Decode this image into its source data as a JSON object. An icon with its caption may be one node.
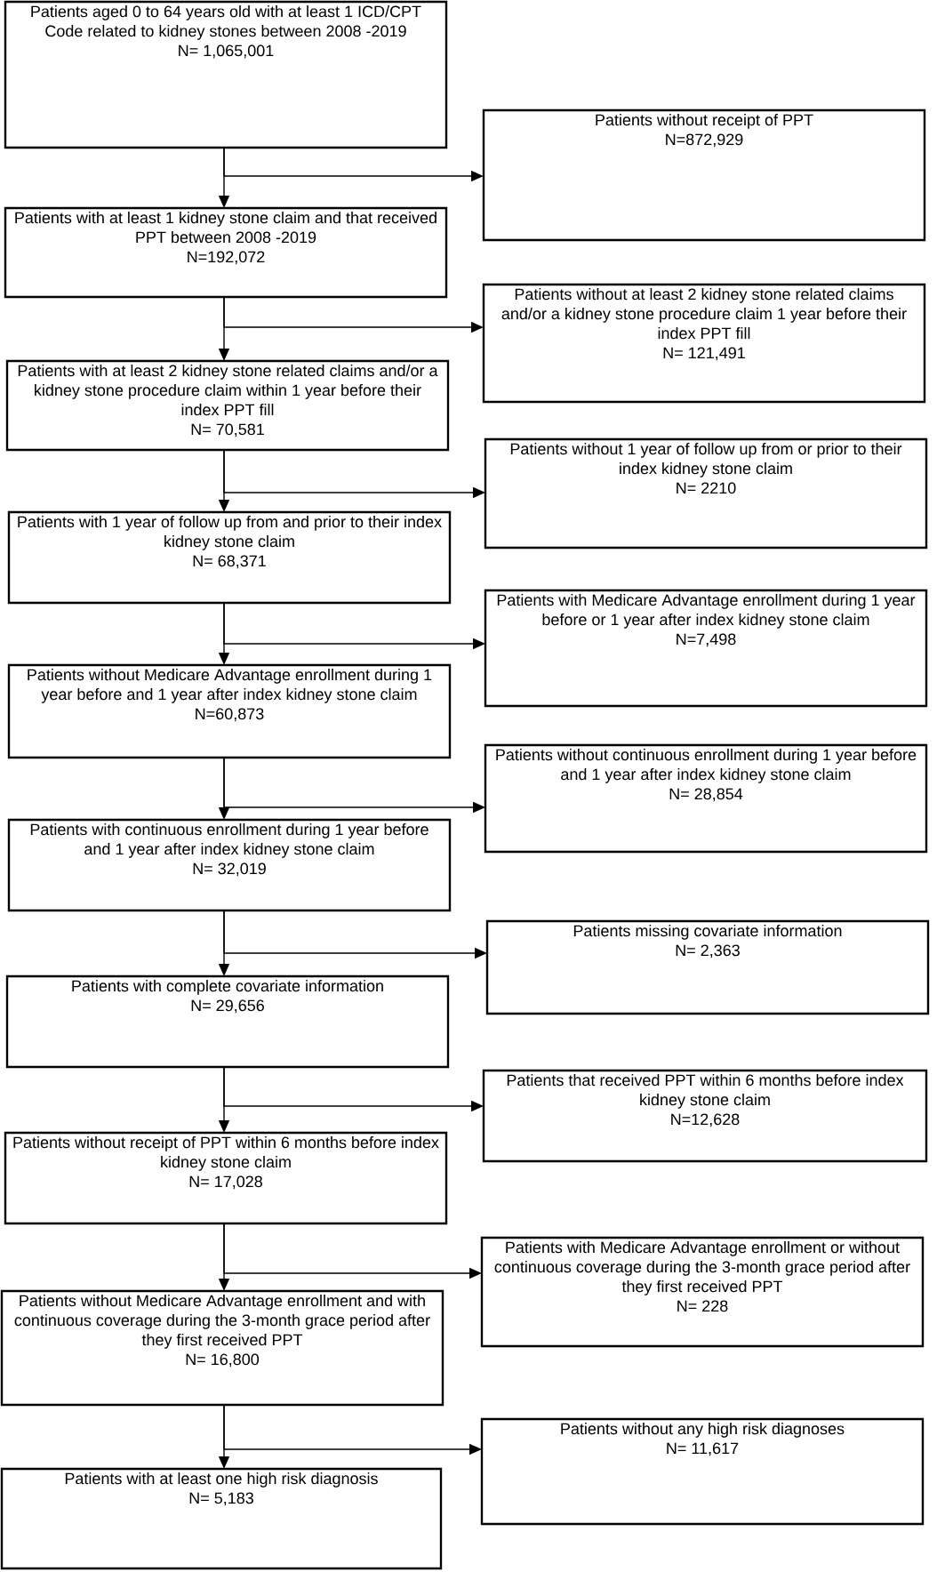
{
  "diagram": {
    "nodes": [
      {
        "text": [
          "Patients aged 0 to 64 years old with at least 1 ICD/CPT Code related to kidney stones between 2008 -2019",
          "N= 1,065,001"
        ]
      },
      {
        "text": [
          "Patients without receipt of PPT",
          "N=872,929"
        ]
      },
      {
        "text": [
          "Patients with at least 1 kidney stone claim and that received PPT between 2008 -2019",
          "N=192,072"
        ]
      },
      {
        "text": [
          "Patients without at least 2 kidney stone related claims and/or a kidney stone procedure claim 1 year before their index PPT fill",
          "N= 121,491"
        ]
      },
      {
        "text": [
          "Patients with at least 2 kidney stone related claims and/or a kidney stone procedure claim within 1 year before their index PPT fill",
          "N= 70,581"
        ]
      },
      {
        "text": [
          "Patients without 1 year of follow up from or prior to their index kidney stone claim",
          "N= 2210"
        ]
      },
      {
        "text": [
          "Patients with 1 year of follow up from and prior to their index kidney stone claim",
          "N= 68,371"
        ]
      },
      {
        "text": [
          "Patients with Medicare Advantage enrollment during 1 year before or 1 year after index kidney stone claim",
          "N=7,498"
        ]
      },
      {
        "text": [
          "Patients without Medicare Advantage enrollment during 1 year before and 1 year after index kidney stone claim",
          "N=60,873"
        ]
      },
      {
        "text": [
          "Patients without continuous enrollment during 1 year before and 1 year after index kidney stone claim",
          "N= 28,854"
        ]
      },
      {
        "text": [
          "Patients with continuous enrollment during 1 year before and 1 year after index kidney stone claim",
          "N= 32,019"
        ]
      },
      {
        "text": [
          "Patients missing covariate information",
          "N= 2,363"
        ]
      },
      {
        "text": [
          "Patients with complete covariate information",
          "N= 29,656"
        ]
      },
      {
        "text": [
          "Patients that received PPT within 6 months before index kidney stone claim",
          "N=12,628"
        ]
      },
      {
        "text": [
          "Patients without receipt of PPT within 6 months before index kidney stone claim",
          "N= 17,028"
        ]
      },
      {
        "text": [
          "Patients with Medicare Advantage enrollment or without continuous coverage during the 3-month grace period after they first received PPT",
          "N= 228"
        ]
      },
      {
        "text": [
          "Patients without Medicare Advantage enrollment and with continuous coverage during the 3-month grace period after they first received PPT",
          "N= 16,800"
        ]
      },
      {
        "text": [
          "Patients without any high risk diagnoses",
          "N= 11,617"
        ]
      },
      {
        "text": [
          "Patients with at least one high risk diagnosis",
          "N= 5,183"
        ]
      }
    ],
    "edges": [
      {
        "from": 0,
        "to": 2,
        "arrow": "to"
      },
      {
        "from": 0,
        "to": 1,
        "arrow": "to"
      },
      {
        "from": 2,
        "to": 4,
        "arrow": "to"
      },
      {
        "from": 2,
        "to": 3,
        "arrow": "to"
      },
      {
        "from": 4,
        "to": 6,
        "arrow": "to"
      },
      {
        "from": 4,
        "to": 5,
        "arrow": "to"
      },
      {
        "from": 6,
        "to": 8,
        "arrow": "to"
      },
      {
        "from": 6,
        "to": 7,
        "arrow": "to"
      },
      {
        "from": 8,
        "to": 10,
        "arrow": "to"
      },
      {
        "from": 8,
        "to": 9,
        "arrow": "to"
      },
      {
        "from": 10,
        "to": 12,
        "arrow": "to"
      },
      {
        "from": 10,
        "to": 11,
        "arrow": "to"
      },
      {
        "from": 12,
        "to": 14,
        "arrow": "to"
      },
      {
        "from": 12,
        "to": 13,
        "arrow": "to"
      },
      {
        "from": 14,
        "to": 16,
        "arrow": "to"
      },
      {
        "from": 14,
        "to": 15,
        "arrow": "to"
      },
      {
        "from": 16,
        "to": 18,
        "arrow": "to"
      },
      {
        "from": 16,
        "to": 17,
        "arrow": "to"
      }
    ]
  }
}
